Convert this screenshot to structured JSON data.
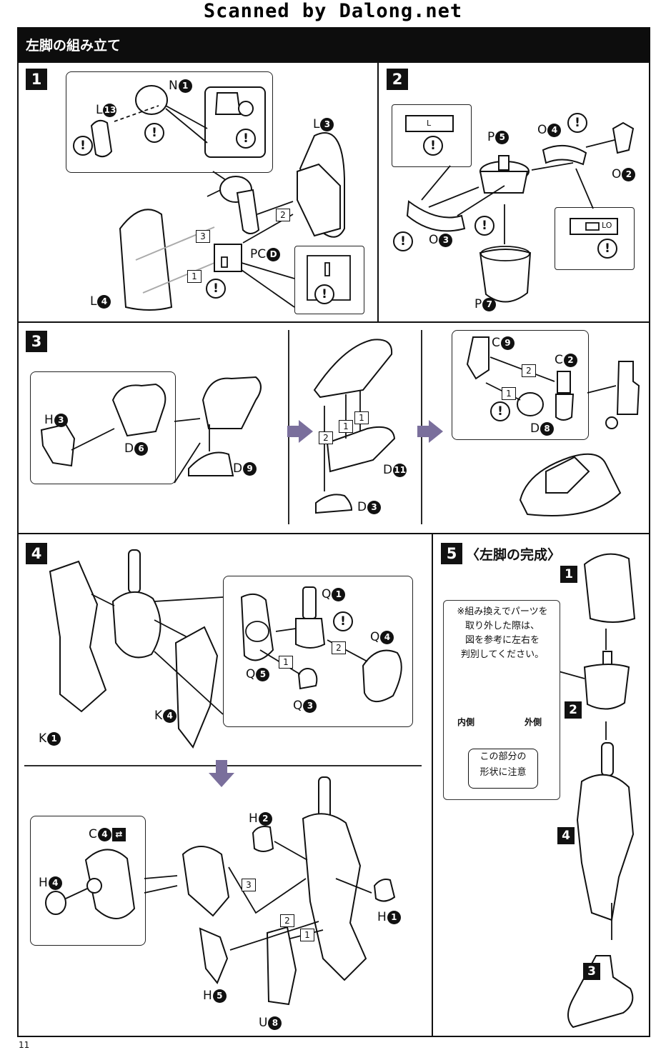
{
  "scan_credit": "Scanned by Dalong.net",
  "section_title": "左脚の組み立て",
  "page_number": "11",
  "steps": {
    "s1": {
      "num": "1"
    },
    "s2": {
      "num": "2"
    },
    "s3": {
      "num": "3"
    },
    "s4": {
      "num": "4"
    },
    "s5": {
      "num": "5",
      "title": "〈左脚の完成〉"
    }
  },
  "parts": {
    "N1": {
      "letter": "N",
      "num": "1"
    },
    "L13": {
      "letter": "L",
      "num": "13"
    },
    "L3": {
      "letter": "L",
      "num": "3"
    },
    "PCD": {
      "letter": "PC",
      "num": "D"
    },
    "L4": {
      "letter": "L",
      "num": "4"
    },
    "P5": {
      "letter": "P",
      "num": "5"
    },
    "O4": {
      "letter": "O",
      "num": "4"
    },
    "O2": {
      "letter": "O",
      "num": "2"
    },
    "O3": {
      "letter": "O",
      "num": "3"
    },
    "P7": {
      "letter": "P",
      "num": "7"
    },
    "H3": {
      "letter": "H",
      "num": "3"
    },
    "D6": {
      "letter": "D",
      "num": "6"
    },
    "D9": {
      "letter": "D",
      "num": "9"
    },
    "D11": {
      "letter": "D",
      "num": "11"
    },
    "D3": {
      "letter": "D",
      "num": "3"
    },
    "C9": {
      "letter": "C",
      "num": "9"
    },
    "C2": {
      "letter": "C",
      "num": "2"
    },
    "D8": {
      "letter": "D",
      "num": "8"
    },
    "Q1": {
      "letter": "Q",
      "num": "1"
    },
    "Q4": {
      "letter": "Q",
      "num": "4"
    },
    "Q5": {
      "letter": "Q",
      "num": "5"
    },
    "Q3": {
      "letter": "Q",
      "num": "3"
    },
    "K4": {
      "letter": "K",
      "num": "4"
    },
    "K1": {
      "letter": "K",
      "num": "1"
    },
    "H2": {
      "letter": "H",
      "num": "2"
    },
    "C4": {
      "letter": "C",
      "num": "4"
    },
    "H4": {
      "letter": "H",
      "num": "4"
    },
    "H1": {
      "letter": "H",
      "num": "1"
    },
    "H5": {
      "letter": "H",
      "num": "5"
    },
    "U8": {
      "letter": "U",
      "num": "8"
    }
  },
  "inset_labels": {
    "s2_top": "L",
    "s2_bottom": "LO"
  },
  "order_numbers": [
    "1",
    "2",
    "3"
  ],
  "warning_symbol": "!",
  "note": {
    "line1": "※組み換えでパーツを",
    "line2": "取り外した際は、",
    "line3": "図を参考に左右を",
    "line4": "判別してください。",
    "inner_side": "内側",
    "outer_side": "外側",
    "caution_line1": "この部分の",
    "caution_line2": "形状に注意"
  },
  "completion_labels": [
    "1",
    "2",
    "4",
    "3"
  ]
}
